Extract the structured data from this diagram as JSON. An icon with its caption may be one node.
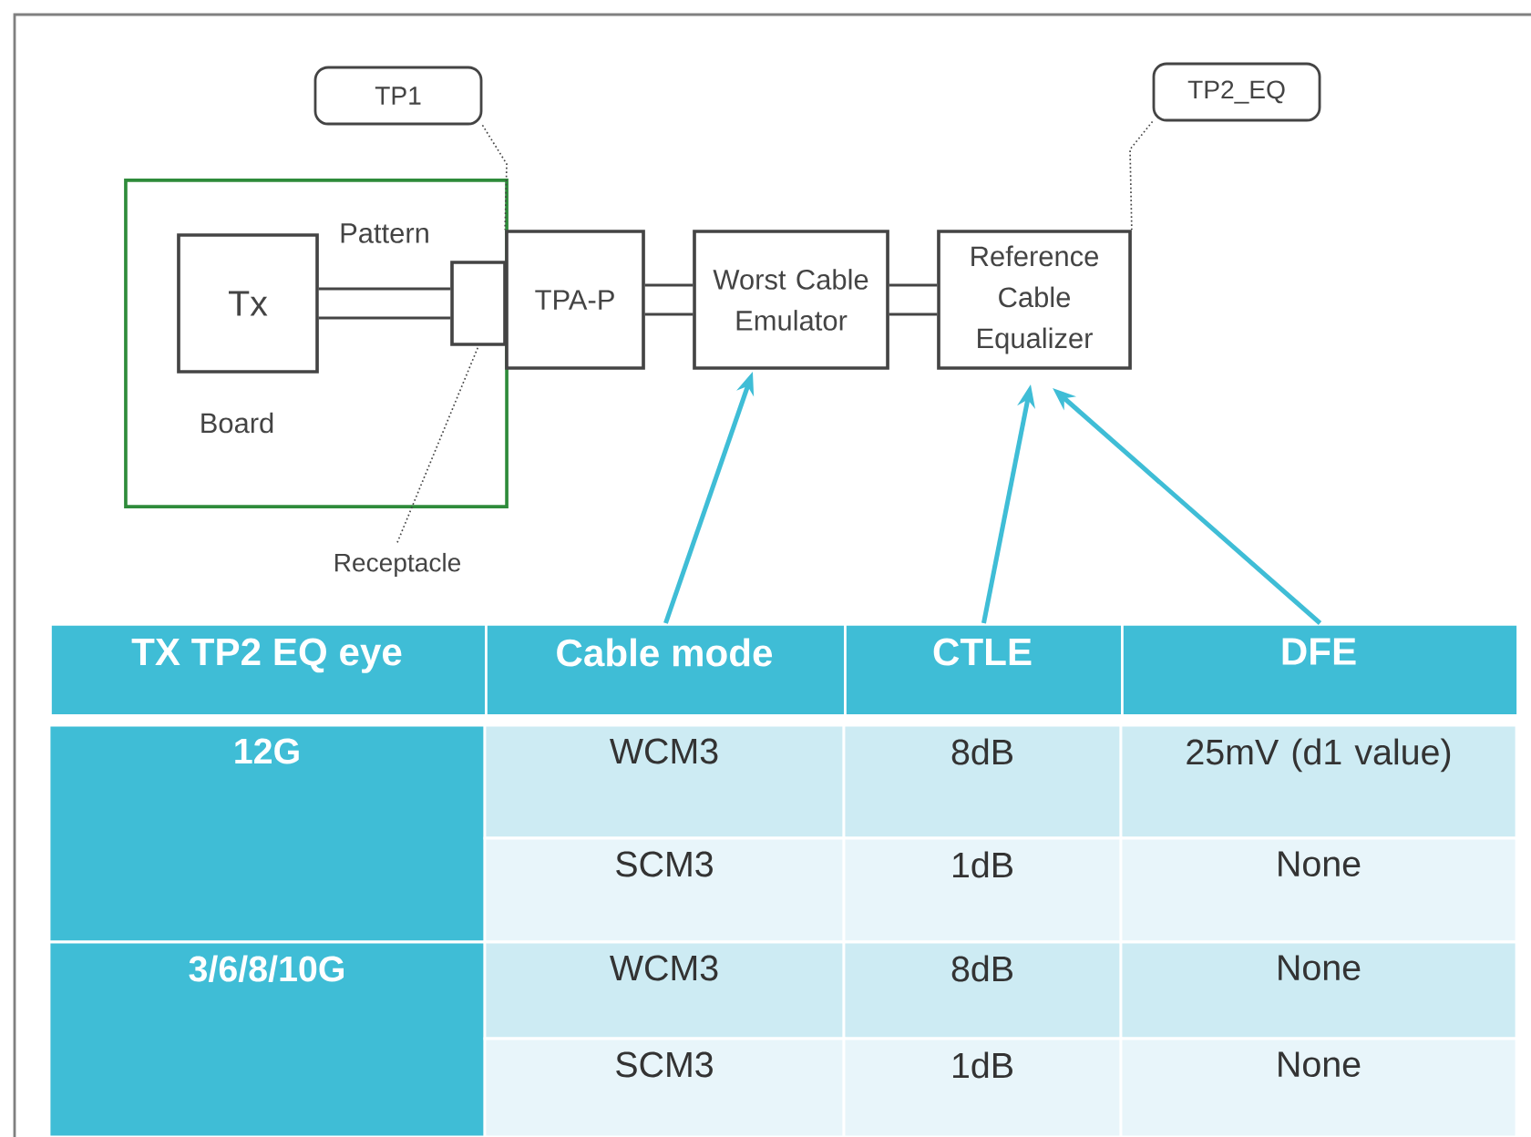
{
  "diagram": {
    "nodes": [
      {
        "text": [
          "Board"
        ]
      },
      {
        "text": [
          "Tx"
        ],
        "in": 0
      },
      {
        "text": [],
        "shape": "box",
        "in": 0
      },
      {
        "text": [
          "TPA-P"
        ]
      },
      {
        "text": [
          "Worst Cable Emulator"
        ]
      },
      {
        "text": [
          "Reference Cable Equalizer"
        ]
      },
      {
        "text": [
          "TP1"
        ]
      },
      {
        "text": [
          "TP2_EQ"
        ]
      },
      {
        "text": [
          "Receptacle"
        ]
      },
      {
        "text": [
          "TX TP2 EQ eye"
        ]
      },
      {
        "text": [
          "Cable mode"
        ]
      },
      {
        "text": [
          "CTLE"
        ]
      },
      {
        "text": [
          "DFE"
        ]
      }
    ],
    "edges": [
      {
        "from": 1,
        "to": 2,
        "arrow": "none",
        "label": "Pattern",
        "style": "thick"
      },
      {
        "from": 3,
        "to": 4,
        "arrow": "none",
        "style": "thick"
      },
      {
        "from": 4,
        "to": 5,
        "arrow": "none",
        "style": "thick"
      },
      {
        "from": 6,
        "to": 3,
        "arrow": "none",
        "style": "dashed"
      },
      {
        "from": 8,
        "to": 2,
        "arrow": "none",
        "style": "dashed"
      },
      {
        "from": 7,
        "to": 5,
        "arrow": "none",
        "style": "dashed"
      },
      {
        "from": 10,
        "to": 4,
        "arrow": "to",
        "color": "#3fbdd6"
      },
      {
        "from": 11,
        "to": 5,
        "arrow": "to",
        "color": "#3fbdd6"
      },
      {
        "from": 12,
        "to": 5,
        "arrow": "to",
        "color": "#3fbdd6"
      }
    ],
    "labels": [
      "12G",
      "WCM3",
      "8dB",
      "25mV (d1 value)",
      "SCM3",
      "1dB",
      "None",
      "3/6/8/10G",
      "WCM3",
      "8dB",
      "None",
      "SCM3",
      "1dB",
      "None"
    ]
  }
}
